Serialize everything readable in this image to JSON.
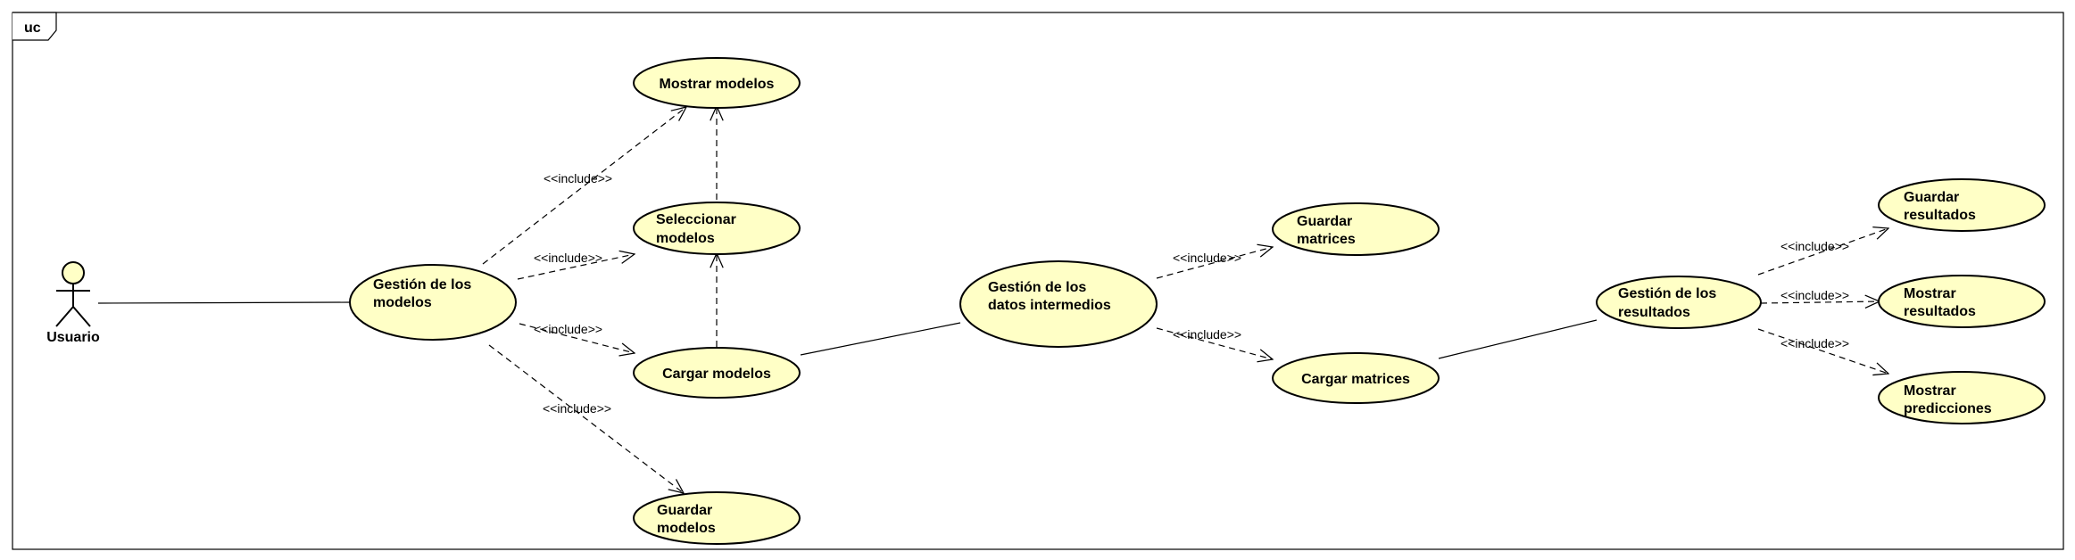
{
  "frame": {
    "label": "uc"
  },
  "colors": {
    "usecase_fill": "#ffffc6",
    "stroke": "#000000"
  },
  "actor": {
    "name": "Usuario"
  },
  "use_cases": {
    "mostrar_modelos": [
      "Mostrar modelos"
    ],
    "seleccionar_modelos": [
      "Seleccionar",
      "modelos"
    ],
    "gestion_modelos": [
      "Gestión de los",
      "modelos"
    ],
    "cargar_modelos": [
      "Cargar modelos"
    ],
    "guardar_modelos": [
      "Guardar",
      "modelos"
    ],
    "gestion_datos": [
      "Gestión de los",
      "datos intermedios"
    ],
    "guardar_matrices": [
      "Guardar",
      "matrices"
    ],
    "cargar_matrices": [
      "Cargar matrices"
    ],
    "gestion_resultados": [
      "Gestión de los",
      "resultados"
    ],
    "guardar_resultados": [
      "Guardar",
      "resultados"
    ],
    "mostrar_resultados": [
      "Mostrar",
      "resultados"
    ],
    "mostrar_predicciones": [
      "Mostrar",
      "predicciones"
    ]
  },
  "relation_label": "<<include>>"
}
